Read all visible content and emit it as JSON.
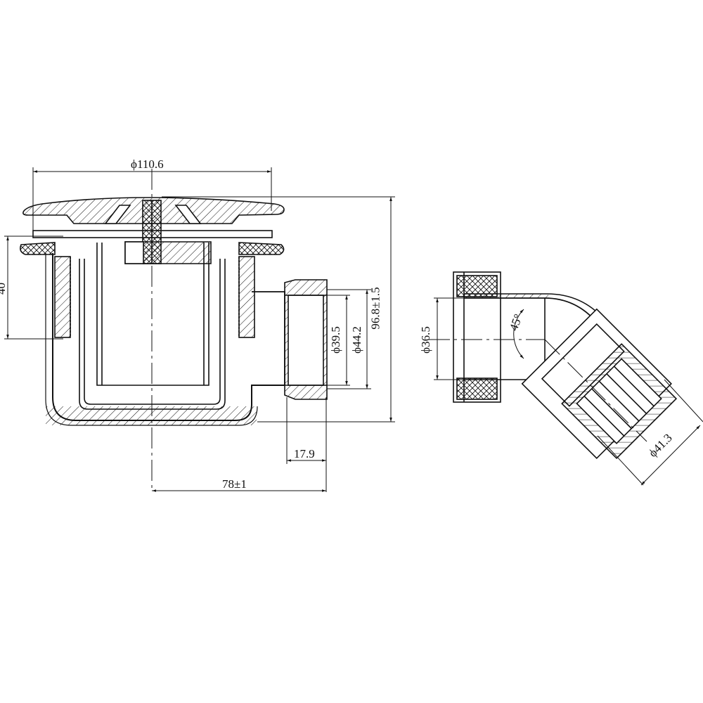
{
  "drawing": {
    "title": "Shower drain trap technical drawing",
    "views": [
      "main-section-view",
      "45-degree-elbow-view"
    ]
  },
  "dimensions": {
    "cap_diameter": "ϕ110.6",
    "flange_height": "40",
    "overall_height": "96.8±1.5",
    "outlet_inner_diameter": "ϕ39.5",
    "outlet_outer_diameter": "ϕ44.2",
    "outlet_thread_length": "17.9",
    "outlet_offset": "78±1",
    "elbow_inlet_diameter": "ϕ36.5",
    "elbow_angle": "45°",
    "elbow_outlet_diameter": "ϕ41.3"
  },
  "colors": {
    "line": "#111111",
    "background": "#ffffff"
  }
}
